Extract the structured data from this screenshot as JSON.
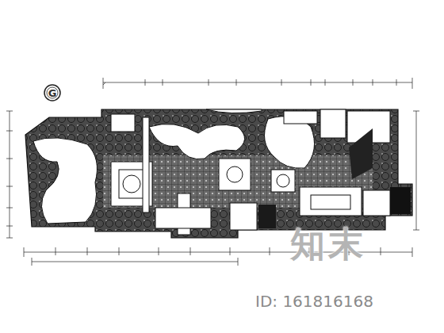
{
  "diagram": {
    "labels": [
      "G",
      "知末",
      "ID: 161816168"
    ]
  }
}
